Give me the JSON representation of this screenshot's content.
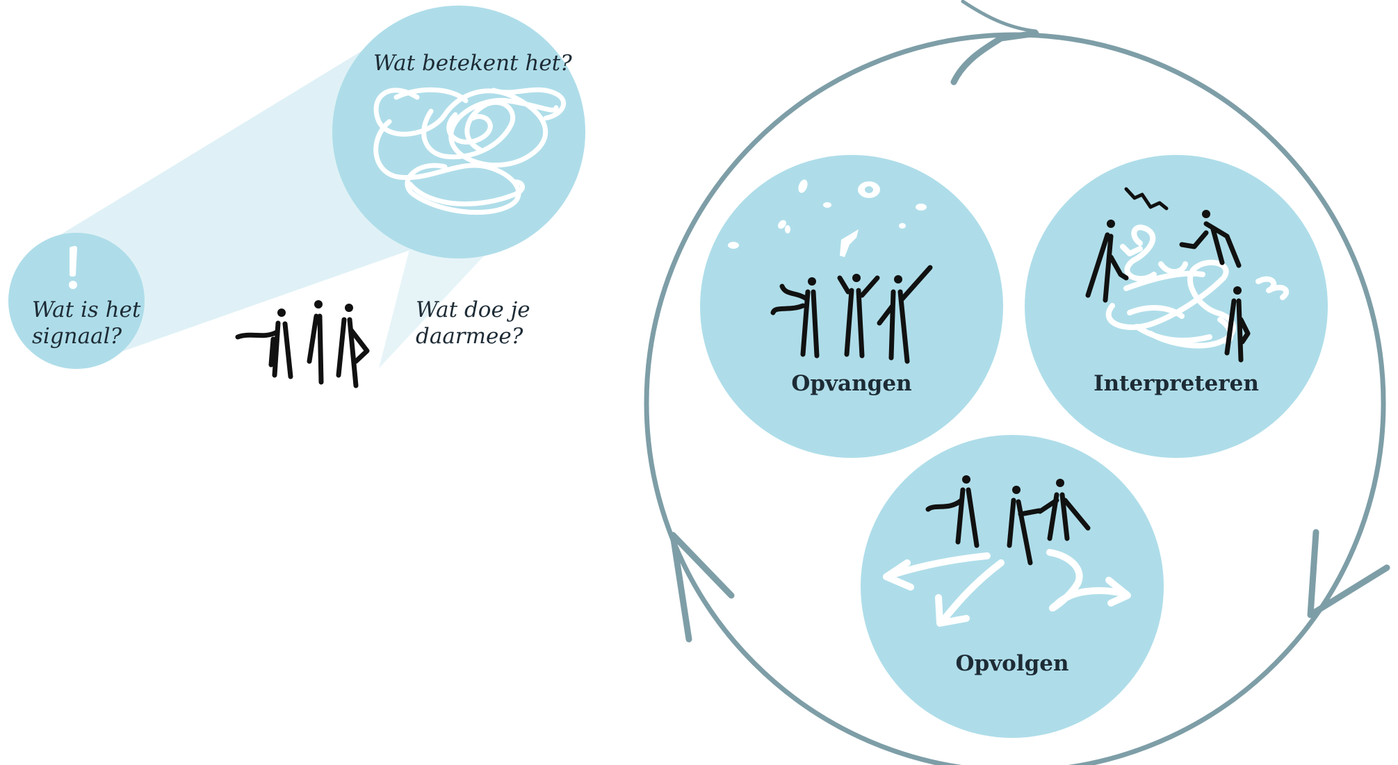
{
  "left_diagram": {
    "signal_question": [
      "Wat is het",
      "signaal?"
    ],
    "meaning_question": "Wat betekent het?",
    "action_question": [
      "Wat doe je",
      "daarmee?"
    ]
  },
  "cycle": {
    "steps": [
      {
        "label": "Opvangen"
      },
      {
        "label": "Interpreteren"
      },
      {
        "label": "Opvolgen"
      }
    ]
  },
  "colors": {
    "bubble": "#aedde9",
    "beam": "#dff1f6",
    "cycle_ring": "#7e9ea7",
    "ink": "#111111"
  }
}
